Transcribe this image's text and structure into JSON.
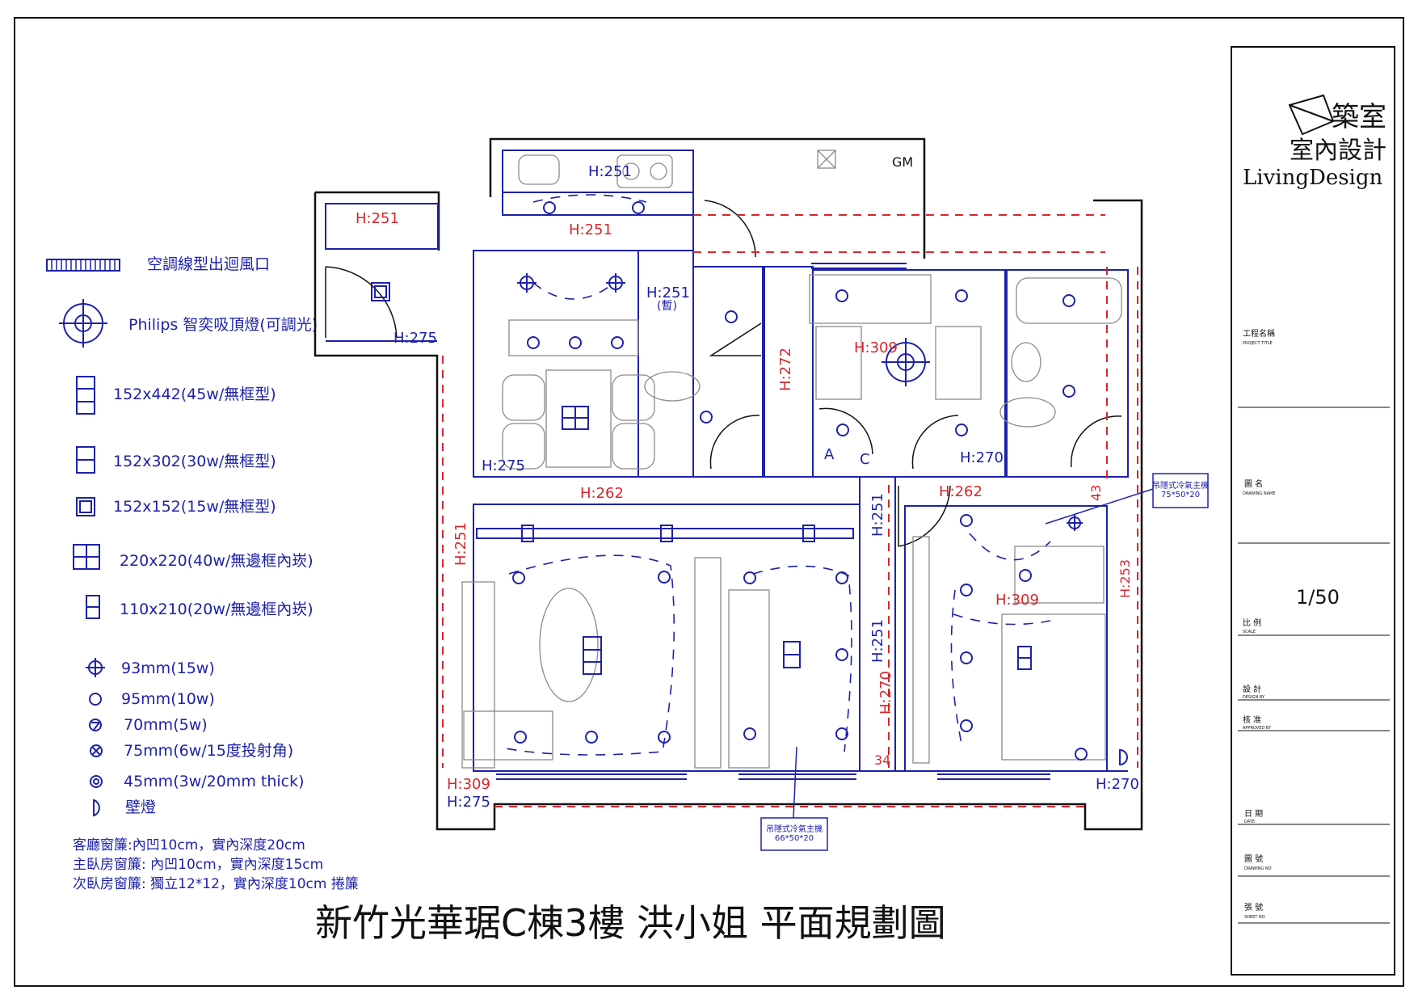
{
  "colors": {
    "frame": "#111111",
    "wall": "#1d22a8",
    "dimension": "#d6262c",
    "furniture": "#8a8a8a"
  },
  "title": "新竹光華琚C棟3樓 洪小姐 平面規劃圖",
  "legend": {
    "items": [
      {
        "symbol": "linear-vent-icon",
        "label": "空調線型出迴風口"
      },
      {
        "symbol": "ceiling-light-icon",
        "label": "Philips 智奕吸頂燈(可調光)"
      },
      {
        "symbol": "panel-152x442-icon",
        "label": "152x442(45w/無框型)"
      },
      {
        "symbol": "panel-152x302-icon",
        "label": "152x302(30w/無框型)"
      },
      {
        "symbol": "panel-152x152-icon",
        "label": "152x152(15w/無框型)"
      },
      {
        "symbol": "panel-220x220-icon",
        "label": "220x220(40w/無邊框內崁)"
      },
      {
        "symbol": "panel-110x210-icon",
        "label": "110x210(20w/無邊框內崁)"
      },
      {
        "symbol": "downlight-93-icon",
        "label": "93mm(15w)"
      },
      {
        "symbol": "downlight-95-icon",
        "label": "95mm(10w)"
      },
      {
        "symbol": "downlight-70-icon",
        "label": "70mm(5w)"
      },
      {
        "symbol": "spotlight-75-icon",
        "label": "75mm(6w/15度投射角)"
      },
      {
        "symbol": "downlight-45-icon",
        "label": "45mm(3w/20mm thick)"
      },
      {
        "symbol": "wall-lamp-icon",
        "label": "壁燈"
      }
    ],
    "notes": [
      "客廳窗簾:內凹10cm，實內深度20cm",
      "主臥房窗簾: 內凹10cm，實內深度15cm",
      "次臥房窗簾: 獨立12*12，實內深度10cm 捲簾"
    ]
  },
  "plan": {
    "heights": [
      "H:251",
      "H:251",
      "H:251",
      "H:275",
      "H:251",
      "(暫)",
      "H:309",
      "H:272",
      "H:275",
      "H:270",
      "H:262",
      "H:262",
      "43",
      "H:251",
      "H:251",
      "H:309",
      "H:253",
      "H:251",
      "H:270",
      "34",
      "H:309",
      "H:275",
      "H:270"
    ],
    "marks": {
      "a": "A",
      "c": "C",
      "gm": "GM"
    },
    "ac_unit_1": {
      "line1": "吊隱式冷氣主機",
      "line2": "75*50*20"
    },
    "ac_unit_2": {
      "line1": "吊隱式冷氣主機",
      "line2": "66*50*20"
    }
  },
  "titleblock": {
    "logo": {
      "line1": "築室",
      "line2": "室內設計",
      "line3": "LivingDesign"
    },
    "project_label": "工程名稱",
    "project_label_en": "PROJECT TITLE",
    "drawing_label": "圖 名",
    "drawing_label_en": "DRAWING NAME",
    "scale_value": "1/50",
    "scale_label": "比 例",
    "scale_label_en": "SCALE",
    "design_label": "設 計",
    "design_label_en": "DESIGN BY",
    "check_label": "核 准",
    "check_label_en": "APPROVED BY",
    "date_label": "日 期",
    "date_label_en": "DATE",
    "drawing_no_label": "圖 號",
    "drawing_no_label_en": "DRAWING NO",
    "sheet_no_label": "張 號",
    "sheet_no_label_en": "SHEET NO"
  }
}
